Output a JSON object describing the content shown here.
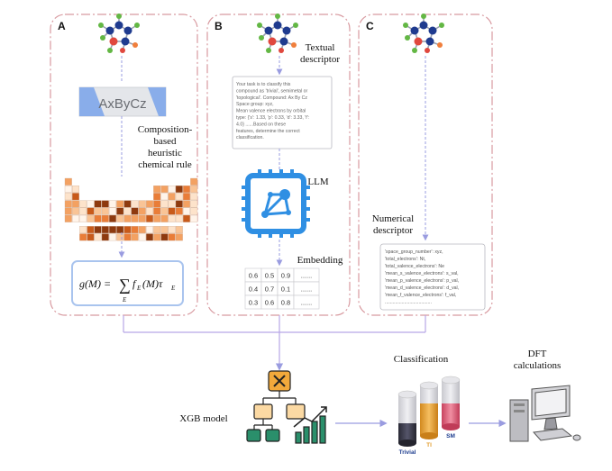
{
  "panels": {
    "a": {
      "letter": "A",
      "chip_text": "AxByCz",
      "rule_label": [
        "Composition-",
        "based",
        "heuristic",
        "chemical rule"
      ],
      "formula": {
        "lhs": "g(M) = ",
        "sum": "∑",
        "sub": "E",
        "f": "f",
        "fsub": "E",
        "mid": "(M)τ",
        "tausub": "E"
      }
    },
    "b": {
      "letter": "B",
      "desc_label": [
        "Textual",
        "descriptor"
      ],
      "prompt_lines": [
        "Your task is to classify this",
        "compound as 'trivial', semimetal or",
        "'topological'. Compound: Ax By Cz",
        "Space group: xyz,",
        "Mean valence electrons by orbital",
        "type: {'s': 1.33, 'p': 0.33, 'd': 3.33, 'f':",
        "4.0}   ......Based on these",
        "features, determine the correct",
        "classification."
      ],
      "llm_label": "LLM",
      "embedding_label": "Embedding",
      "embedding_rows": [
        [
          "0.6",
          "0.5",
          "0.9",
          "......"
        ],
        [
          "0.4",
          "0.7",
          "0.1",
          "......"
        ],
        [
          "0.3",
          "0.6",
          "0.8",
          "......"
        ]
      ]
    },
    "c": {
      "letter": "C",
      "desc_label": [
        "Numerical",
        "descriptor"
      ],
      "dict_lines": [
        "'space_group_number': xyz,",
        "'total_electrons': Nt,",
        "'total_valence_electrons': Ne",
        "'mean_s_valence_electrons': s_val,",
        "'mean_p_valence_electrons': p_val,",
        "'mean_d_valence_electrons': d_val,",
        "'mean_f_valence_electrons': f_val,",
        "...................................."
      ]
    }
  },
  "bottom": {
    "xgb_label": "XGB model",
    "classification_label": "Classification",
    "classes": [
      "Trivial",
      "TI",
      "SM"
    ],
    "dft_label": [
      "DFT",
      "calculations"
    ]
  },
  "colors": {
    "panel_border": "#d89aa0",
    "arrow": "#9a9ce0",
    "llm_blue": "#2f8fe3",
    "xgb_orange": "#f2a93b",
    "xgb_green": "#2a8f6b",
    "trivial": "#3a3a4a",
    "ti": "#e9a43a",
    "sm": "#e2607a"
  }
}
